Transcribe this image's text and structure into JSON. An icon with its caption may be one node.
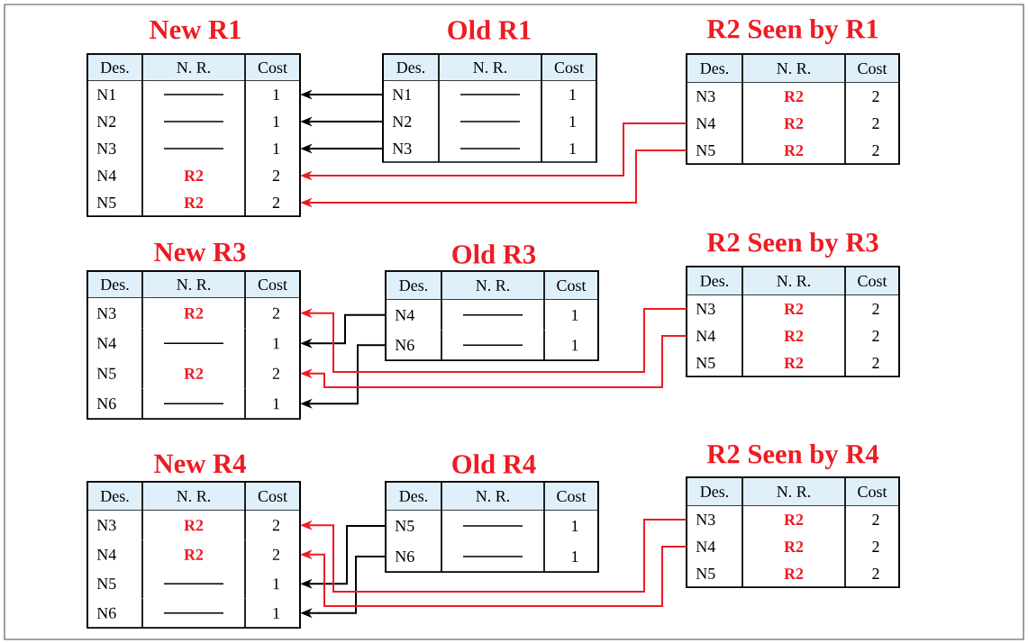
{
  "diagram": {
    "nodes": [
      {
        "text": [
          "New R1"
        ]
      },
      {
        "text": [
          "Des.",
          "N. R.",
          "Cost"
        ],
        "in": 0
      },
      {
        "text": [
          "N1",
          "1"
        ],
        "in": 0
      },
      {
        "text": [
          "N2",
          "1"
        ],
        "in": 0
      },
      {
        "text": [
          "N3",
          "1"
        ],
        "in": 0
      },
      {
        "text": [
          "N4",
          "R2",
          "2"
        ],
        "in": 0
      },
      {
        "text": [
          "N5",
          "R2",
          "2"
        ],
        "in": 0
      },
      {
        "text": [
          "Old R1"
        ]
      },
      {
        "text": [
          "Des.",
          "N. R.",
          "Cost"
        ],
        "in": 7
      },
      {
        "text": [
          "N1",
          "1"
        ],
        "in": 7
      },
      {
        "text": [
          "N2",
          "1"
        ],
        "in": 7
      },
      {
        "text": [
          "N3",
          "1"
        ],
        "in": 7
      },
      {
        "text": [
          "R2 Seen by R1"
        ]
      },
      {
        "text": [
          "Des.",
          "N. R.",
          "Cost"
        ],
        "in": 12
      },
      {
        "text": [
          "N3",
          "R2",
          "2"
        ],
        "in": 12
      },
      {
        "text": [
          "N4",
          "R2",
          "2"
        ],
        "in": 12
      },
      {
        "text": [
          "N5",
          "R2",
          "2"
        ],
        "in": 12
      },
      {
        "text": [
          "New R3"
        ]
      },
      {
        "text": [
          "Des.",
          "N. R.",
          "Cost"
        ],
        "in": 17
      },
      {
        "text": [
          "N3",
          "R2",
          "2"
        ],
        "in": 17
      },
      {
        "text": [
          "N4",
          "1"
        ],
        "in": 17
      },
      {
        "text": [
          "N5",
          "R2",
          "2"
        ],
        "in": 17
      },
      {
        "text": [
          "N6",
          "1"
        ],
        "in": 17
      },
      {
        "text": [
          "Old R3"
        ]
      },
      {
        "text": [
          "Des.",
          "N. R.",
          "Cost"
        ],
        "in": 23
      },
      {
        "text": [
          "N4",
          "1"
        ],
        "in": 23
      },
      {
        "text": [
          "N6",
          "1"
        ],
        "in": 23
      },
      {
        "text": [
          "R2 Seen by R3"
        ]
      },
      {
        "text": [
          "Des.",
          "N. R.",
          "Cost"
        ],
        "in": 27
      },
      {
        "text": [
          "N3",
          "R2",
          "2"
        ],
        "in": 27
      },
      {
        "text": [
          "N4",
          "R2",
          "2"
        ],
        "in": 27
      },
      {
        "text": [
          "N5",
          "R2",
          "2"
        ],
        "in": 27
      },
      {
        "text": [
          "New R4"
        ]
      },
      {
        "text": [
          "Des.",
          "N. R.",
          "Cost"
        ],
        "in": 32
      },
      {
        "text": [
          "N3",
          "R2",
          "2"
        ],
        "in": 32
      },
      {
        "text": [
          "N4",
          "R2",
          "2"
        ],
        "in": 32
      },
      {
        "text": [
          "N5",
          "1"
        ],
        "in": 32
      },
      {
        "text": [
          "N6",
          "1"
        ],
        "in": 32
      },
      {
        "text": [
          "Old R4"
        ]
      },
      {
        "text": [
          "Des.",
          "N. R.",
          "Cost"
        ],
        "in": 38
      },
      {
        "text": [
          "N5",
          "1"
        ],
        "in": 38
      },
      {
        "text": [
          "N6",
          "1"
        ],
        "in": 38
      },
      {
        "text": [
          "R2 Seen by R4"
        ]
      },
      {
        "text": [
          "Des.",
          "N. R.",
          "Cost"
        ],
        "in": 42
      },
      {
        "text": [
          "N3",
          "R2",
          "2"
        ],
        "in": 42
      },
      {
        "text": [
          "N4",
          "R2",
          "2"
        ],
        "in": 42
      },
      {
        "text": [
          "N5",
          "R2",
          "2"
        ],
        "in": 42
      }
    ],
    "edges": [
      {
        "from": 9,
        "to": 2,
        "arrow": "to"
      },
      {
        "from": 10,
        "to": 3,
        "arrow": "to"
      },
      {
        "from": 11,
        "to": 4,
        "arrow": "to"
      },
      {
        "from": 15,
        "to": 5,
        "arrow": "to",
        "color": "#ed1c24"
      },
      {
        "from": 16,
        "to": 6,
        "arrow": "to",
        "color": "#ed1c24"
      },
      {
        "from": 25,
        "to": 20,
        "arrow": "to"
      },
      {
        "from": 26,
        "to": 22,
        "arrow": "to"
      },
      {
        "from": 29,
        "to": 19,
        "arrow": "to",
        "color": "#ed1c24"
      },
      {
        "from": 30,
        "to": 21,
        "arrow": "to",
        "color": "#ed1c24"
      },
      {
        "from": 40,
        "to": 36,
        "arrow": "to"
      },
      {
        "from": 41,
        "to": 37,
        "arrow": "to"
      },
      {
        "from": 44,
        "to": 34,
        "arrow": "to",
        "color": "#ed1c24"
      },
      {
        "from": 45,
        "to": 35,
        "arrow": "to",
        "color": "#ed1c24"
      }
    ]
  }
}
